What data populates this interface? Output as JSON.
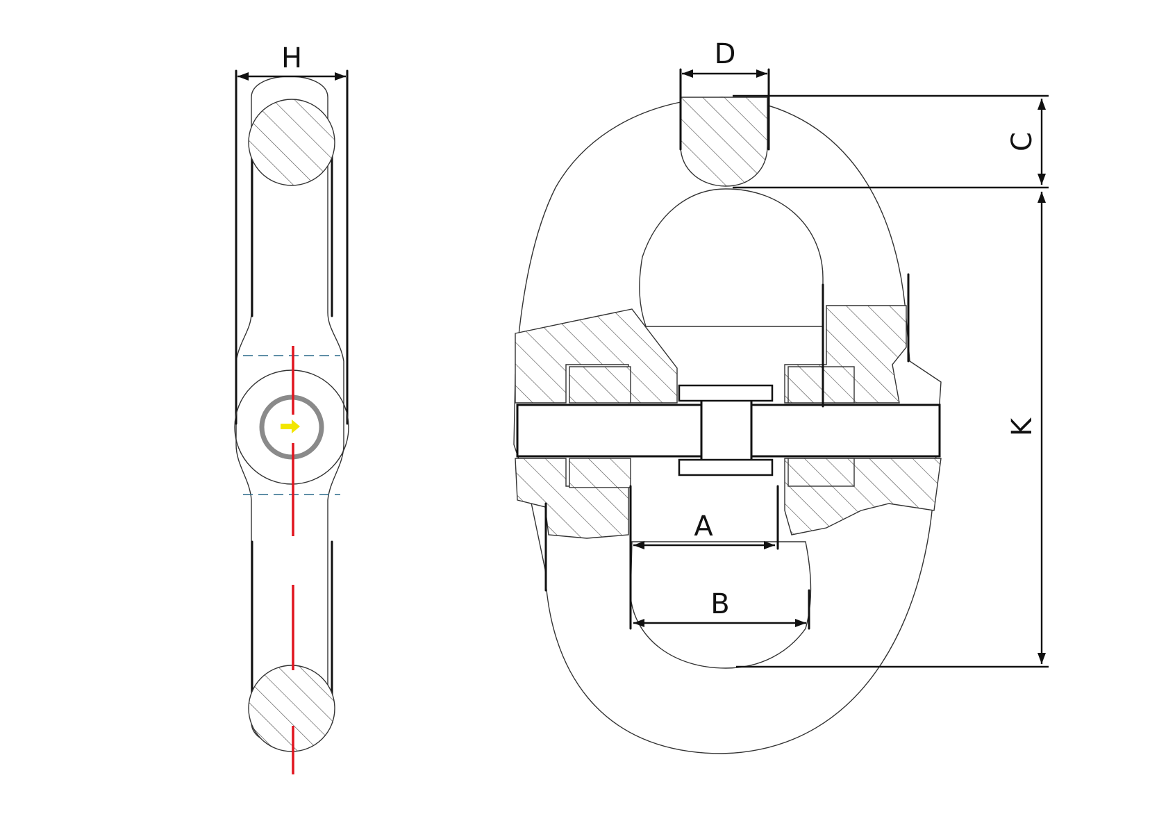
{
  "dimensions": {
    "H": "H",
    "D": "D",
    "C": "C",
    "K": "K",
    "A": "A",
    "B": "B"
  },
  "colors": {
    "line": "#111111",
    "centerline": "#e1141e",
    "hidden_line": "#2a6a8a",
    "marker": "#f2e600",
    "ring": "#8a8a8a"
  }
}
